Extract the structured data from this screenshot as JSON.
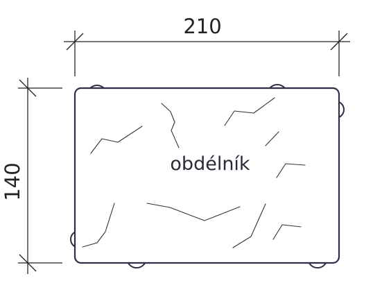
{
  "diagram": {
    "width_label": "210",
    "height_label": "140",
    "shape_label": "obdélník",
    "colors": {
      "outline": "#2e2e48",
      "fill": "#ffffff",
      "dimension_line": "#222222",
      "texture": "#333333"
    }
  }
}
